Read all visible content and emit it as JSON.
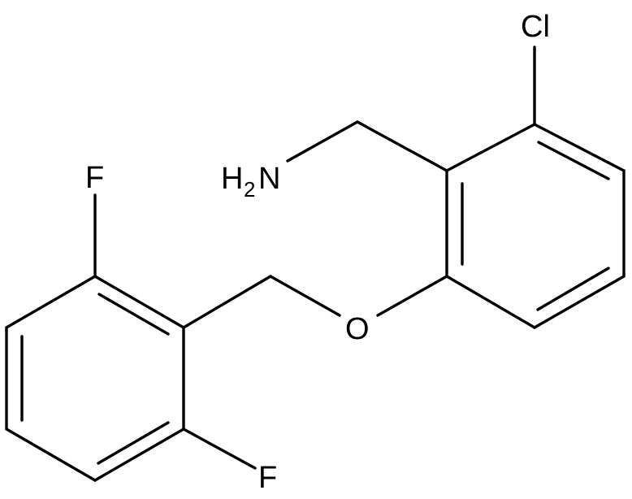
{
  "molecule": {
    "atoms": {
      "cl": "Cl",
      "amine": "H",
      "amine_subscript": "2",
      "amine_n": "N",
      "oxygen": "O",
      "fluorine_top": "F",
      "fluorine_bottom": "F"
    }
  }
}
